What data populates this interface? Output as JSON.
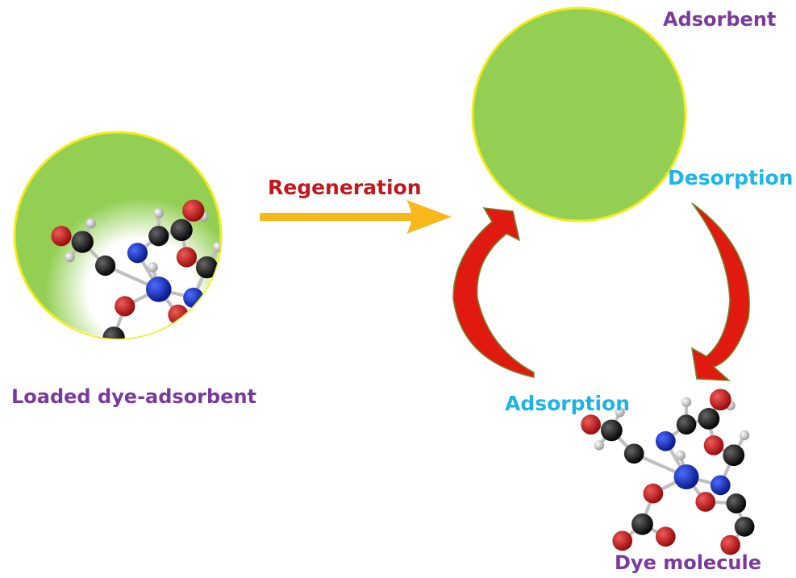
{
  "colors": {
    "purple": "#7a3a9c",
    "red": "#c0181c",
    "cyan": "#1eb4e6",
    "green": "#92cf52",
    "yellow_rim": "#f2ec1a",
    "arrow_orange": "#f7b81c",
    "cycle_arrow": "#e11a10",
    "cycle_arrow_edge": "#6d8a2e"
  },
  "labels": {
    "loaded": "Loaded dye-adsorbent",
    "regeneration": "Regeneration",
    "adsorbent": "Adsorbent",
    "desorption": "Desorption",
    "adsorption": "Adsorption",
    "dye_molecule": "Dye molecule"
  },
  "icons": {
    "molecule": "dye-molecule-icon",
    "sphere": "adsorbent-sphere",
    "arrow": "regeneration-arrow"
  }
}
